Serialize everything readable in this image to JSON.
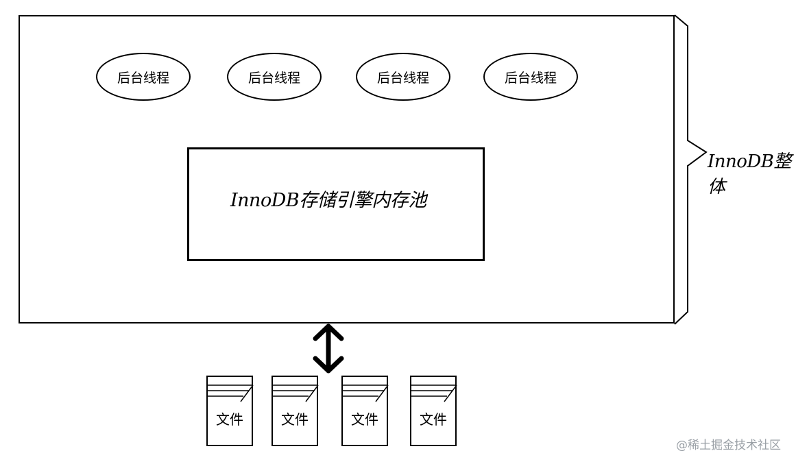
{
  "diagram": {
    "threads": [
      {
        "label": "后台线程"
      },
      {
        "label": "后台线程"
      },
      {
        "label": "后台线程"
      },
      {
        "label": "后台线程"
      }
    ],
    "memory_pool": {
      "label": "InnoDB存储引擎内存池"
    },
    "brace_label": "InnoDB整体",
    "files": [
      {
        "label": "文件"
      },
      {
        "label": "文件"
      },
      {
        "label": "文件"
      },
      {
        "label": "文件"
      }
    ],
    "watermark": "@稀土掘金技术社区"
  }
}
